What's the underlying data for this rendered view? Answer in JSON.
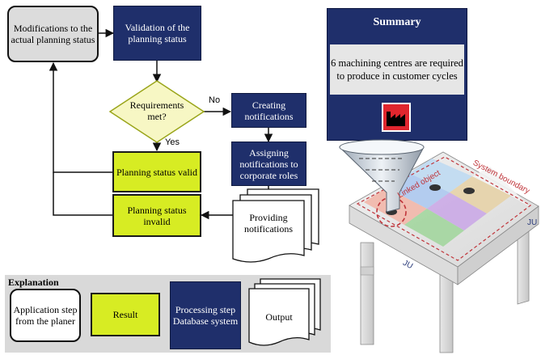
{
  "flowchart": {
    "modifications": "Modifications to the actual planning status",
    "validation": "Validation of the planning status",
    "requirements": "Requirements met?",
    "no_label": "No",
    "yes_label": "Yes",
    "creating": "Creating notifications",
    "assigning": "Assigning notifications to corporate roles",
    "providing": "Providing notifications",
    "valid": "Planning status valid",
    "invalid": "Planning status invalid"
  },
  "explanation": {
    "title": "Explanation",
    "application": "Application step from the planer",
    "result": "Result",
    "processing": "Processing step Database system",
    "output": "Output"
  },
  "summary": {
    "title": "Summary",
    "text": "6 machining centres are required to produce in customer cycles",
    "icon": "factory-icon"
  },
  "table": {
    "system_boundary": "System boundary",
    "linked_object": "Linked object",
    "logo": "JU"
  },
  "colors": {
    "navy": "#1f2f6b",
    "green": "#d7ec23",
    "gray": "#dcdcdc",
    "red": "#e0262e"
  }
}
